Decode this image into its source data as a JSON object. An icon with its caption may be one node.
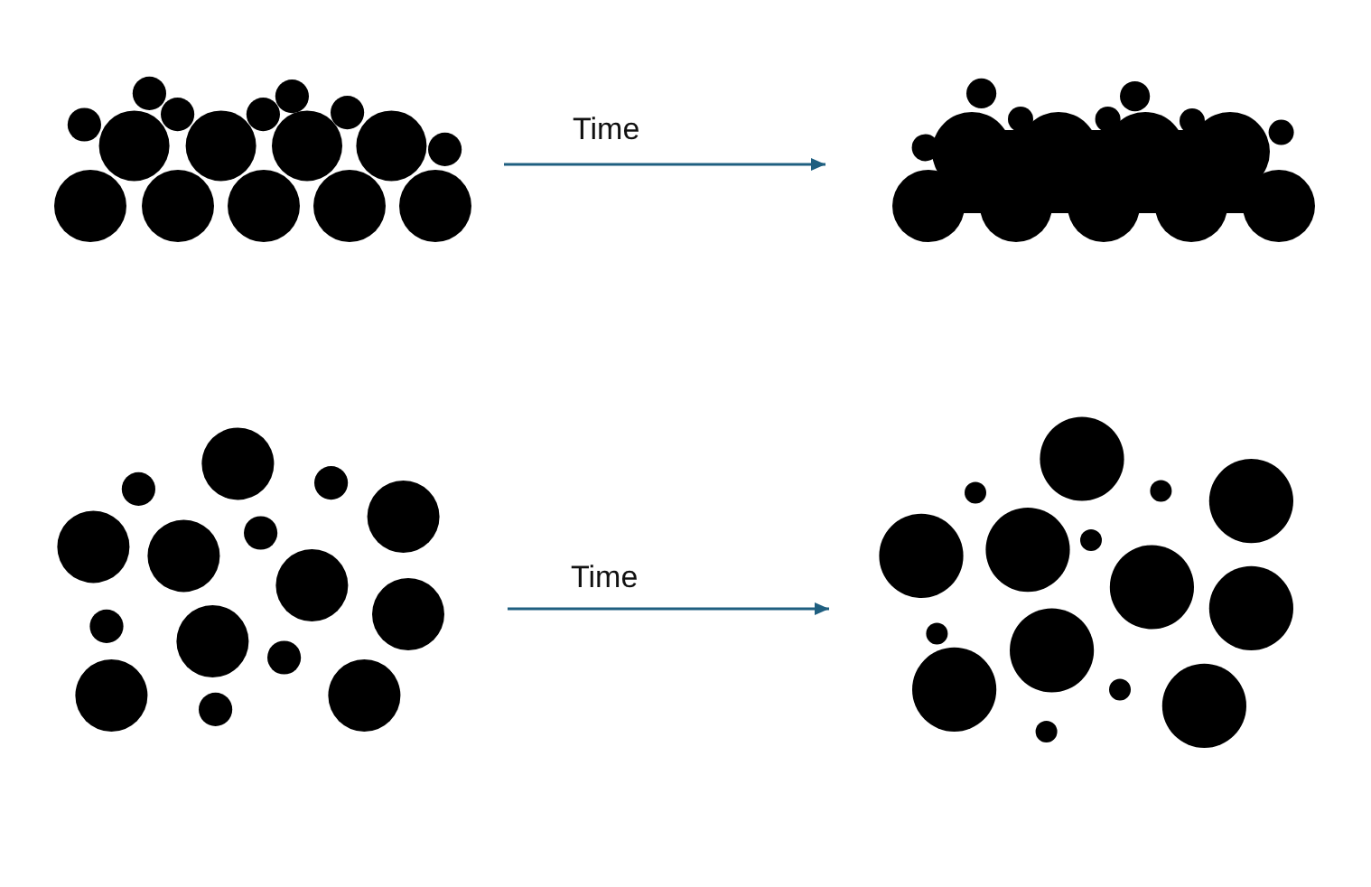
{
  "diagram": {
    "nodes": [
      {
        "text": [],
        "shape": "picture"
      },
      {
        "text": [],
        "shape": "picture"
      },
      {
        "text": [],
        "shape": "picture"
      },
      {
        "text": [],
        "shape": "picture"
      }
    ],
    "edges": [
      {
        "from": 0,
        "to": 1,
        "arrow": "to",
        "label": "Time"
      },
      {
        "from": 2,
        "to": 3,
        "arrow": "to",
        "label": "Time"
      }
    ]
  }
}
